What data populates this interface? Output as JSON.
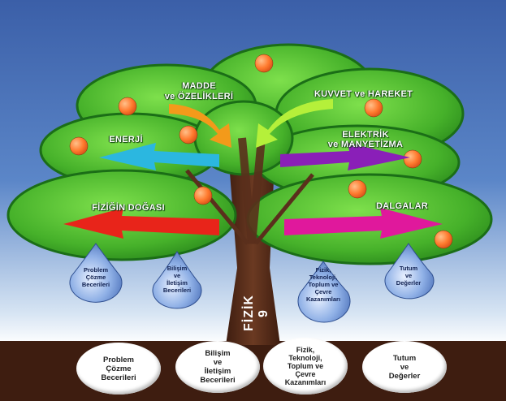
{
  "branches": {
    "madde": [
      "MADDE",
      "ve ÖZELİKLERİ"
    ],
    "kuvvet": "KUVVET ve HAREKET",
    "enerji": "ENERJİ",
    "elektrik": [
      "ELEKTRİK",
      "ve MANYETİZMA"
    ],
    "fizigin_dogasi": "FİZİĞİN DOĞASI",
    "dalgalar": "DALGALAR"
  },
  "trunk_title": "FİZİK 9",
  "drops": [
    [
      "Problem",
      "Çözme",
      "Becerileri"
    ],
    [
      "Bilişim",
      "ve",
      "İletişim",
      "Becerileri"
    ],
    [
      "Fizik,",
      "Teknoloji,",
      "Toplum ve",
      "Çevre",
      "Kazanımları"
    ],
    [
      "Tutum",
      "ve",
      "Değerler"
    ]
  ],
  "roots": [
    [
      "Problem",
      "Çözme",
      "Becerileri"
    ],
    [
      "Bilişim",
      "ve",
      "İletişim",
      "Becerileri"
    ],
    [
      "Fizik,",
      "Teknoloji,",
      "Toplum ve",
      "Çevre",
      "Kazanımları"
    ],
    [
      "Tutum",
      "ve",
      "Değerler"
    ]
  ],
  "colors": {
    "leaf_dark": "#1e7d1e",
    "leaf_light": "#5cc63a",
    "trunk": "#5a2f1c",
    "soil": "#3e1d10",
    "fruit": "#ff7a2e",
    "arrow_orange": "#f39a1a",
    "arrow_lime": "#b5f03a",
    "arrow_cyan": "#2bb7e0",
    "arrow_purple": "#8a1fb8",
    "arrow_red": "#e8241a",
    "arrow_magenta": "#e0189c",
    "drop": "#5c86cc"
  }
}
